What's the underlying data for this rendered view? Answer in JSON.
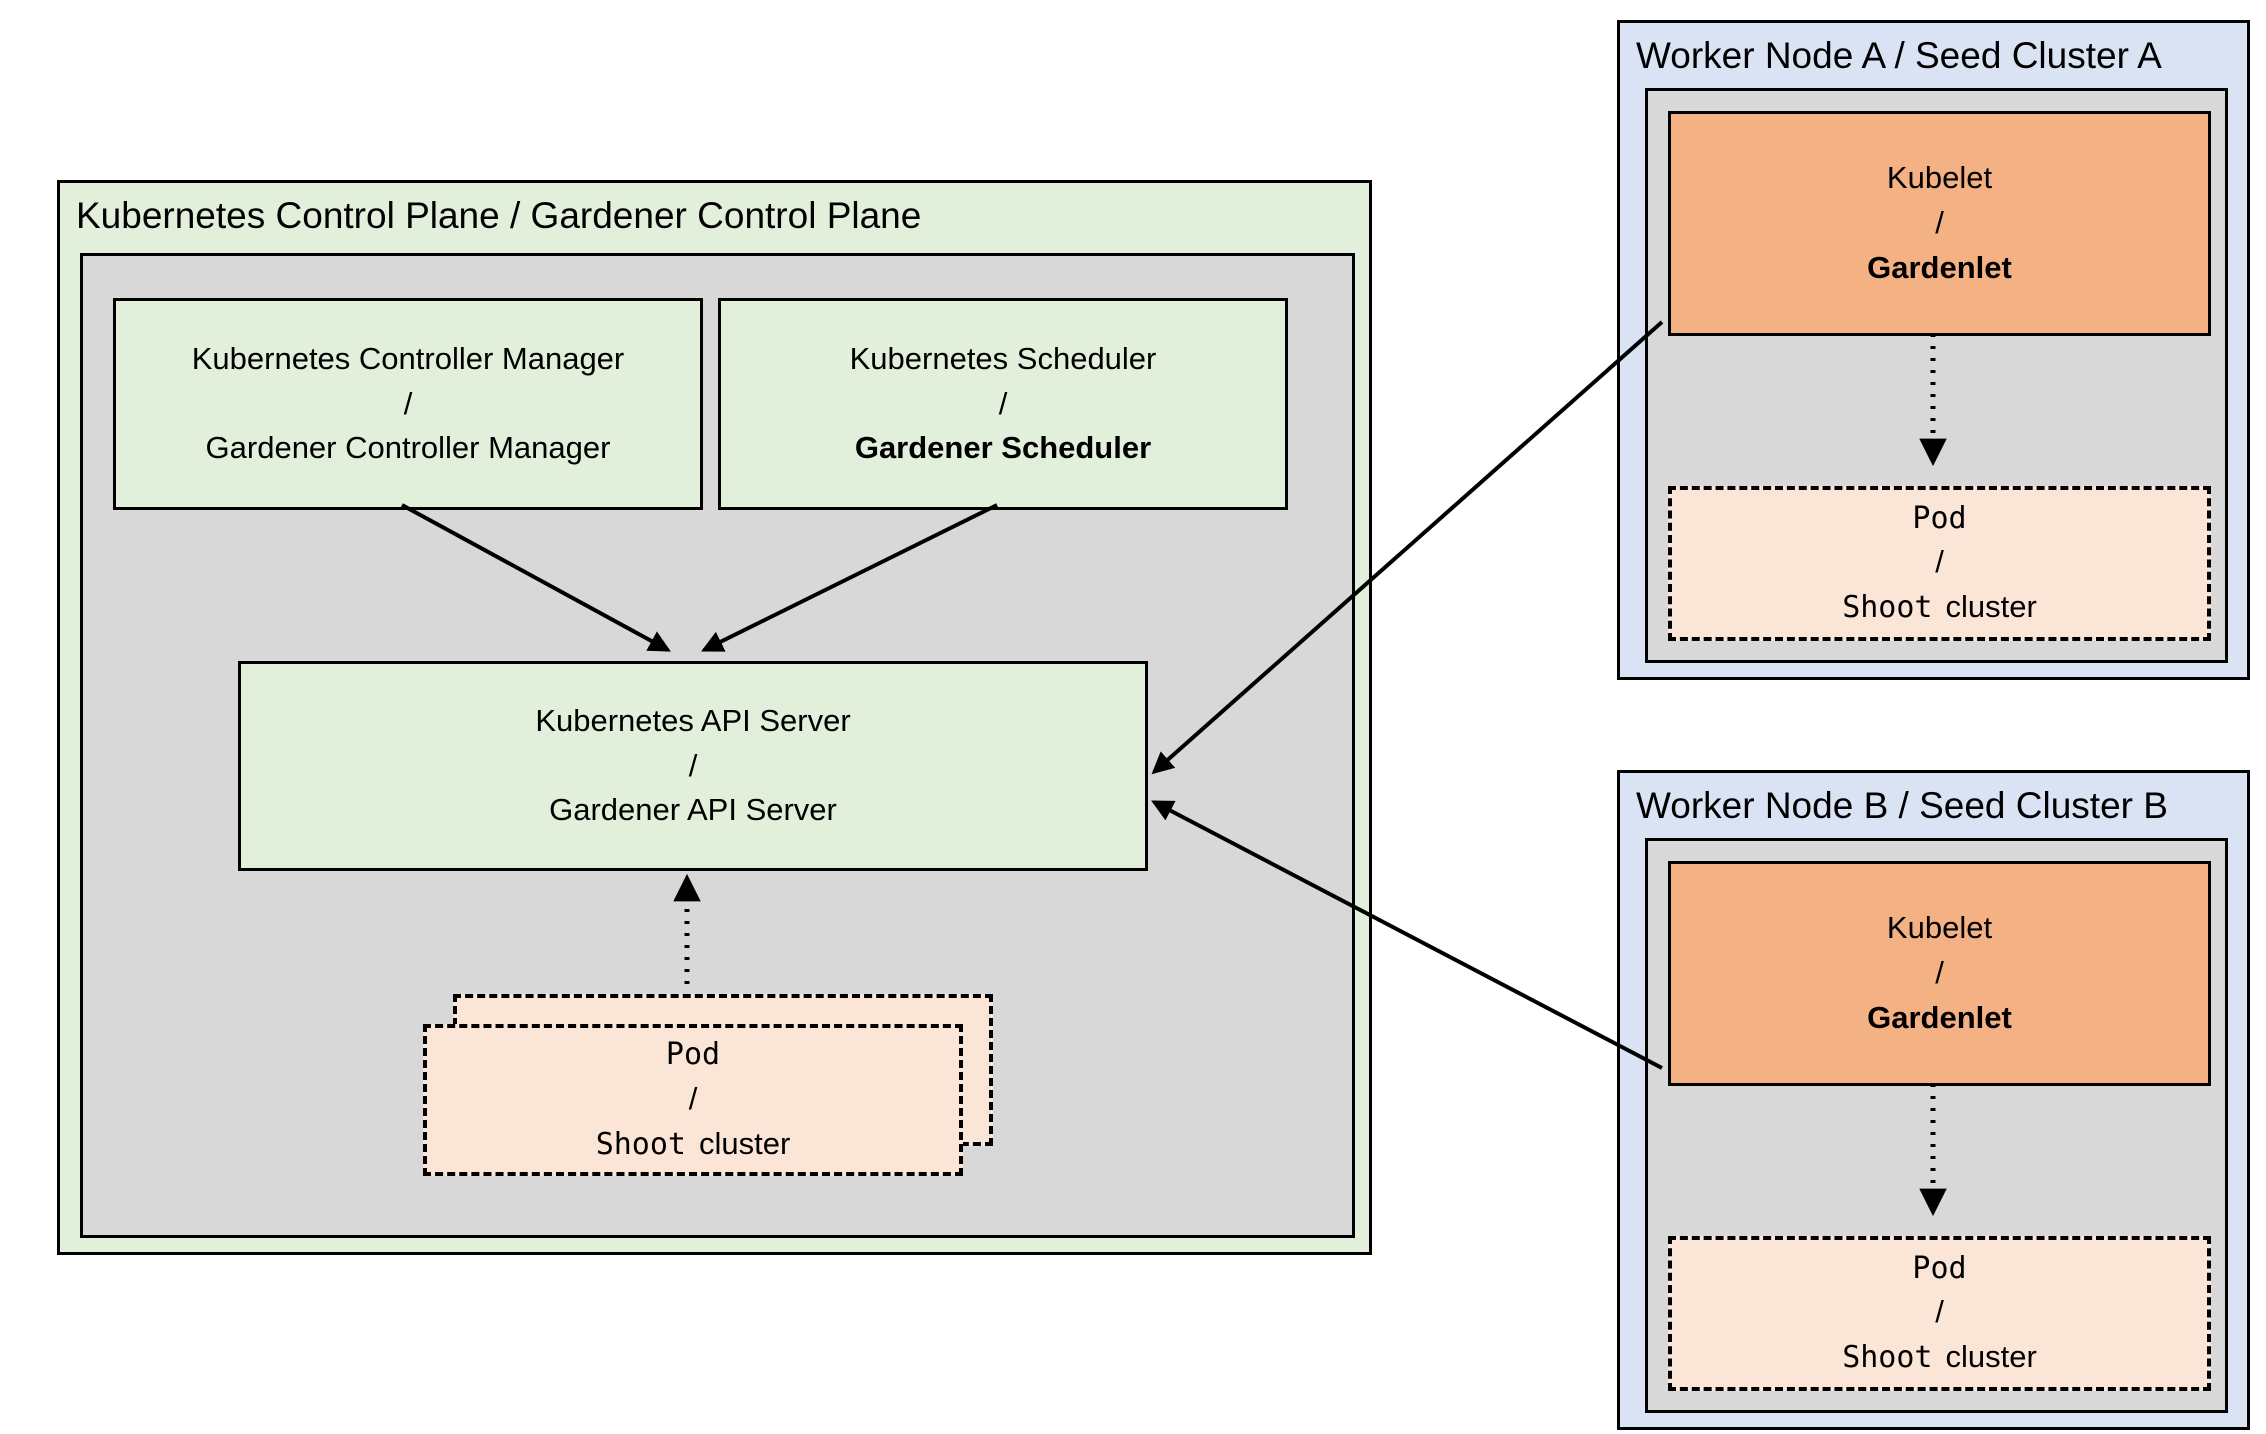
{
  "control_plane": {
    "title": "Kubernetes Control Plane / Gardener Control Plane",
    "controller_manager": {
      "line1": "Kubernetes Controller Manager",
      "line2": "/",
      "line3": "Gardener Controller Manager"
    },
    "scheduler": {
      "line1": "Kubernetes Scheduler",
      "line2": "/",
      "line3": "Gardener Scheduler"
    },
    "api_server": {
      "line1": "Kubernetes API Server",
      "line2": "/",
      "line3": "Gardener API Server"
    },
    "pod": {
      "line1": "Pod",
      "line2": "/",
      "line3_shoot": "Shoot",
      "line3_cluster": "cluster"
    }
  },
  "worker_a": {
    "title": "Worker Node A / Seed Cluster A",
    "kubelet": {
      "line1": "Kubelet",
      "line2": "/",
      "line3": "Gardenlet"
    },
    "pod": {
      "line1": "Pod",
      "line2": "/",
      "line3_shoot": "Shoot",
      "line3_cluster": "cluster"
    }
  },
  "worker_b": {
    "title": "Worker Node B / Seed Cluster B",
    "kubelet": {
      "line1": "Kubelet",
      "line2": "/",
      "line3": "Gardenlet"
    },
    "pod": {
      "line1": "Pod",
      "line2": "/",
      "line3_shoot": "Shoot",
      "line3_cluster": "cluster"
    }
  },
  "colors": {
    "control_plane_bg": "#e2efda",
    "inner_bg": "#d8d8d8",
    "worker_bg": "#dae3f3",
    "kubelet_bg": "#f4b183",
    "pod_bg": "#fbe5d6",
    "border": "#000000"
  }
}
